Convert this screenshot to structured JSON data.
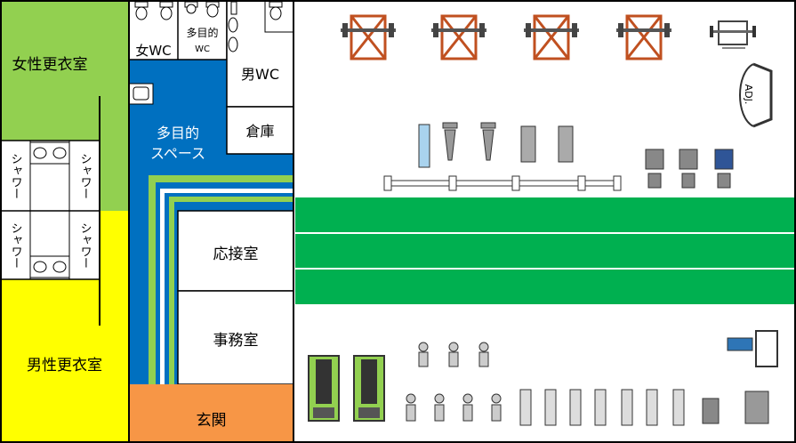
{
  "rooms": {
    "women_locker": "女性更衣室",
    "men_locker": "男性更衣室",
    "women_wc": "女WC",
    "multi_wc_1": "多目的",
    "multi_wc_2": "WC",
    "men_wc": "男WC",
    "storage": "倉庫",
    "multi_space_1": "多目的",
    "multi_space_2": "スペース",
    "reception": "応接室",
    "office": "事務室",
    "entrance": "玄関",
    "shower": "シャワー"
  },
  "equipment": {
    "bench_label": "ADJ."
  },
  "colors": {
    "women_locker": "#92D050",
    "men_locker": "#FFFF00",
    "corridor_blue": "#0070C0",
    "corridor_green": "#92D050",
    "entrance": "#F79646",
    "turf": "#00B050"
  }
}
